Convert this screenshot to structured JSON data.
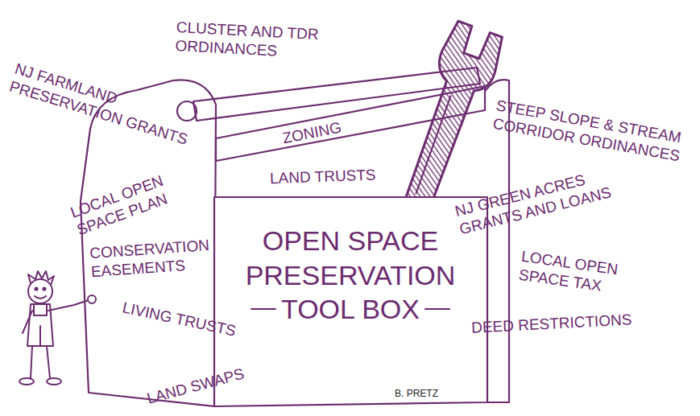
{
  "diagram": {
    "nodes": [
      {
        "text": [
          "ZONING",
          "LAND TRUSTS",
          "OPEN SPACE PRESERVATION TOOL BOX"
        ]
      }
    ],
    "labels": [
      "CLUSTER AND TDR ORDINANCES",
      "NJ FARMLAND PRESERVATION GRANTS",
      "LOCAL OPEN SPACE PLAN",
      "CONSERVATION EASEMENTS",
      "LIVING TRUSTS",
      "LAND SWAPS",
      "STEEP SLOPE & STREAM CORRIDOR ORDINANCES",
      "NJ GREEN ACRES GRANTS AND LOANS",
      "LOCAL OPEN SPACE TAX",
      "DEED RESTRICTIONS",
      "B. PRETZ"
    ]
  }
}
